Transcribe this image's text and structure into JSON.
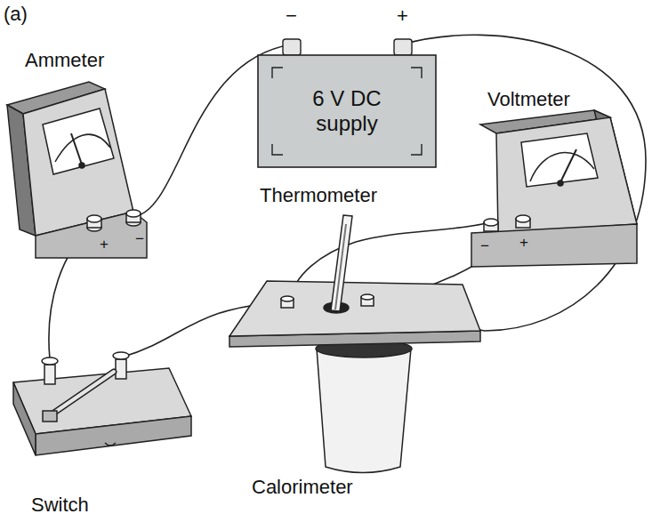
{
  "diagram": {
    "nodes": [
      {
        "text": [
          "6 V DC supply"
        ]
      }
    ],
    "labels": [
      "(a)",
      "−",
      "+",
      "Ammeter",
      "Thermometer",
      "Voltmeter",
      "+",
      "−",
      "−",
      "+",
      "Calorimeter",
      "Switch"
    ]
  }
}
